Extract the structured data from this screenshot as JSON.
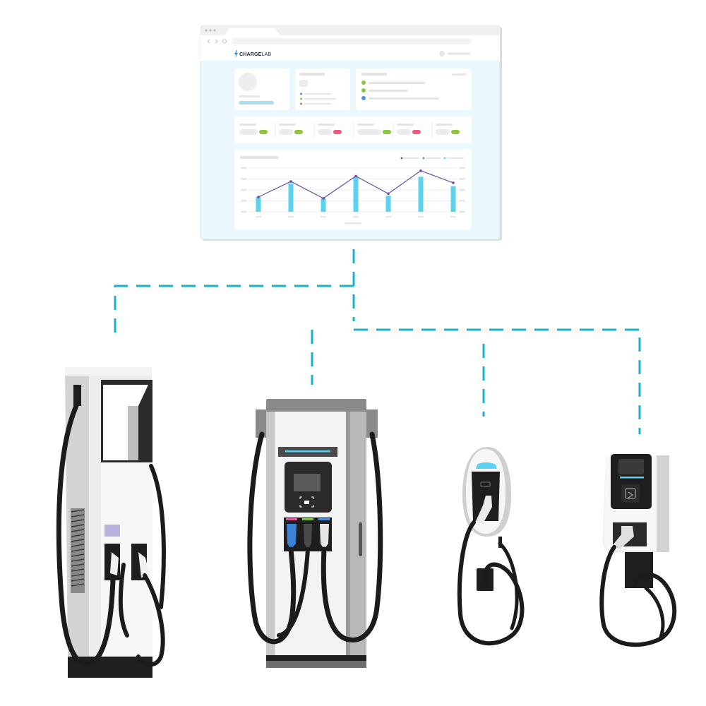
{
  "browser": {
    "brand_word_1": "CHARGE",
    "brand_word_2": "LAB",
    "brand_color": "#2b8fd6"
  },
  "dashboard": {
    "chart_data": {
      "type": "bar",
      "categories": [
        "",
        "",
        "",
        "",
        "",
        "",
        ""
      ],
      "values": [
        22,
        42,
        20,
        52,
        24,
        52,
        38
      ],
      "line_values": [
        22,
        45,
        20,
        53,
        27,
        61,
        43
      ],
      "ylim": [
        0,
        65
      ],
      "grid": true,
      "legend": "top-right",
      "bar_color": "#5bd3f0",
      "line_color": "#6a4fa8"
    },
    "status_colors": {
      "ok": "#8cc63f",
      "error": "#e85d75",
      "info": "#4a90d9",
      "accent": "#a6dff0"
    }
  },
  "network": {
    "link_color": "#1ab3cc"
  },
  "chargers": [
    {
      "name": "dc-fast-charger-tall"
    },
    {
      "name": "dc-fast-charger-triple"
    },
    {
      "name": "ac-wallbox-charger"
    },
    {
      "name": "ac-wallbox-charger-rfid"
    }
  ]
}
